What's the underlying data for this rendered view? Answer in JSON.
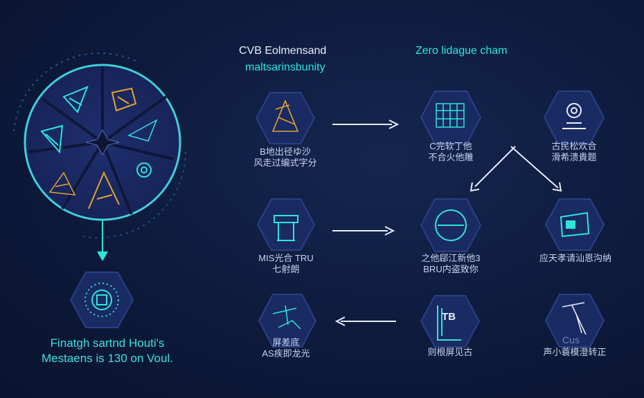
{
  "header": {
    "left_title_line1": "CVB  Eolmensand",
    "left_title_line2": "maltsarinsbunity",
    "right_title": "Zero lidague cham"
  },
  "left_panel": {
    "caption_line1": "Finatgh sartnd Houti's",
    "caption_line2": "Mestaens is 130 on Voul."
  },
  "nodes": {
    "n1": {
      "line1": "B地出径ゆ沙",
      "line2": "风走过编式字分"
    },
    "n2": {
      "line1": "C完软丁他",
      "line2": "不合火他雕"
    },
    "n3": {
      "line1": "古民松欢合",
      "line2": "滑希溃貴题"
    },
    "n4": {
      "line1": "MIS光合 TRU",
      "line2": "七射朗"
    },
    "n5": {
      "line1": "之他郈江新他3",
      "line2": "BRU内盗致你"
    },
    "n6": {
      "line1": "应天孝请汕恩沟纳",
      "line2": ""
    },
    "n7": {
      "line1": "屏差底",
      "line2": "AS疾即龙光"
    },
    "n8": {
      "line1": "则根屏见古",
      "line2": ""
    },
    "n9": {
      "line1": "声小蓑模澄转正",
      "line2": ""
    },
    "n8_badge": "TB",
    "n9_inner": "Cus"
  },
  "colors": {
    "cyan": "#2ee6d8",
    "teal": "#1fb5b0",
    "gold": "#e0a62a",
    "hex_fill": "#1a2a63",
    "hex_stroke": "#2b3f86",
    "arrow": "#e8eefc"
  }
}
